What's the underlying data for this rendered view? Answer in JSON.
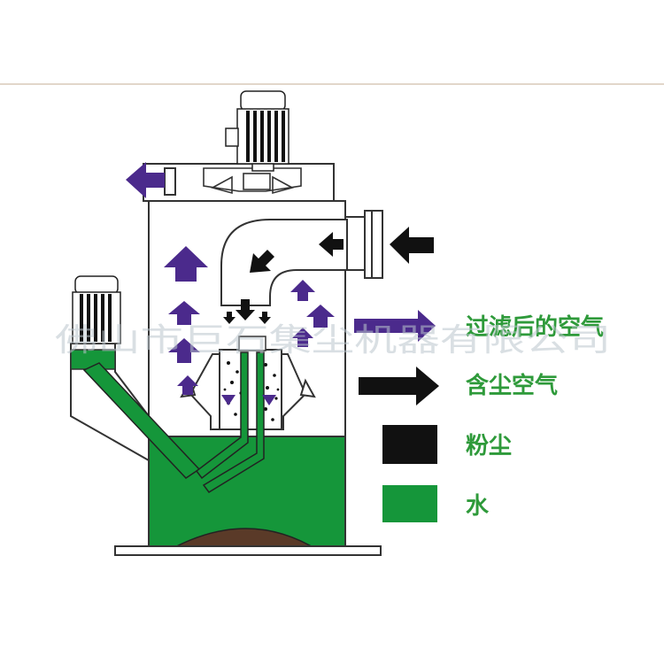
{
  "legend": {
    "filtered_air": "过滤后的空气",
    "dusty_air": "含尘空气",
    "dust": "粉尘",
    "water": "水"
  },
  "watermark": "佛山市巨石集尘机器有限公司",
  "colors": {
    "clean_air_arrow": "#4b2a8c",
    "dusty_air_arrow": "#111111",
    "water": "#15963a",
    "legend_text": "#2e9a3a",
    "sludge": "#5a3a28"
  }
}
